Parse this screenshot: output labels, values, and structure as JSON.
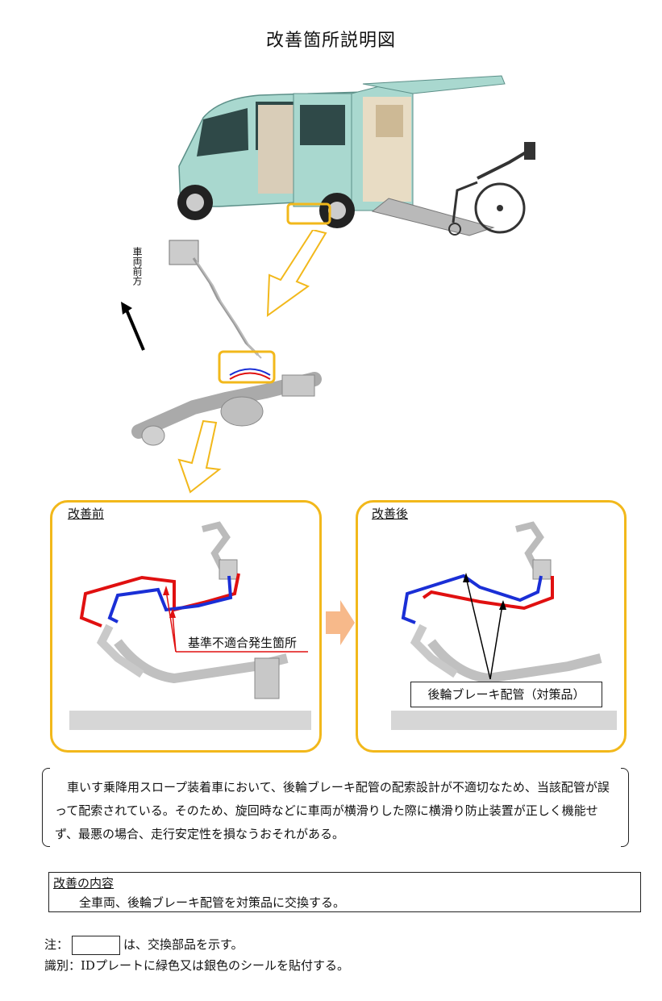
{
  "title": "改善箇所説明図",
  "direction_label": "車両前方",
  "before": {
    "label": "改善前",
    "annotation": "基準不適合発生箇所"
  },
  "after": {
    "label": "改善後",
    "annotation": "後輪ブレーキ配管（対策品）"
  },
  "description": "　車いす乗降用スロープ装着車において、後輪ブレーキ配管の配索設計が不適切なため、当該配管が誤って配索されている。そのため、旋回時などに車両が横滑りした際に横滑り防止装置が正しく機能せず、最悪の場合、走行安定性を損なうおそれがある。",
  "improvement": {
    "heading": "改善の内容",
    "text": "全車両、後輪ブレーキ配管を対策品に交換する。"
  },
  "notes": {
    "prefix": "注：",
    "legend_text": "は、交換部品を示す。",
    "identification": "識別：IDプレートに緑色又は銀色のシールを貼付する。"
  },
  "colors": {
    "highlight": "#f2b81b",
    "red_pipe": "#e01010",
    "blue_pipe": "#1a2fd6",
    "van_body": "#9fd0c8"
  }
}
